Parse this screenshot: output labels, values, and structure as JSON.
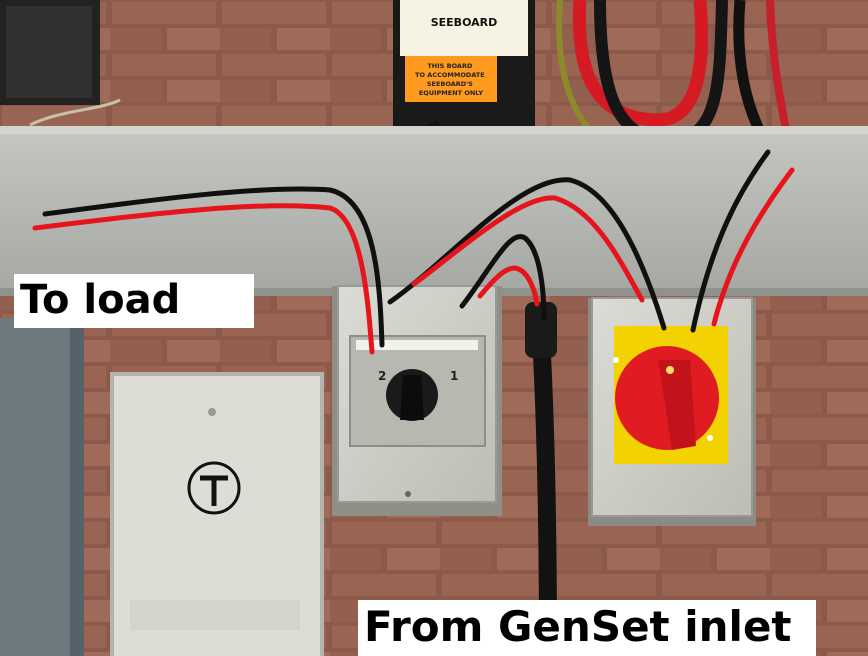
{
  "labels": {
    "to_load": "To load",
    "from_genset": "From GenSet inlet"
  },
  "meter_sticker": {
    "brand": "SEEBOARD",
    "notice": [
      "THIS BOARD",
      "TO ACCOMMODATE",
      "SEEBOARD'S",
      "EQUIPMENT ONLY"
    ]
  },
  "changeover_switch": {
    "pos_left": "2",
    "pos_right": "1"
  },
  "colors": {
    "live_wire": "#e8141c",
    "neutral_wire": "#101010",
    "brick": "#8e5b4b",
    "trunking": "#b7b9b4",
    "isolator_red": "#e01c22",
    "isolator_yellow": "#f2d200",
    "sticker_orange": "#ff9a1e"
  },
  "icons": {
    "telephone_logo": "t-logo-icon"
  }
}
